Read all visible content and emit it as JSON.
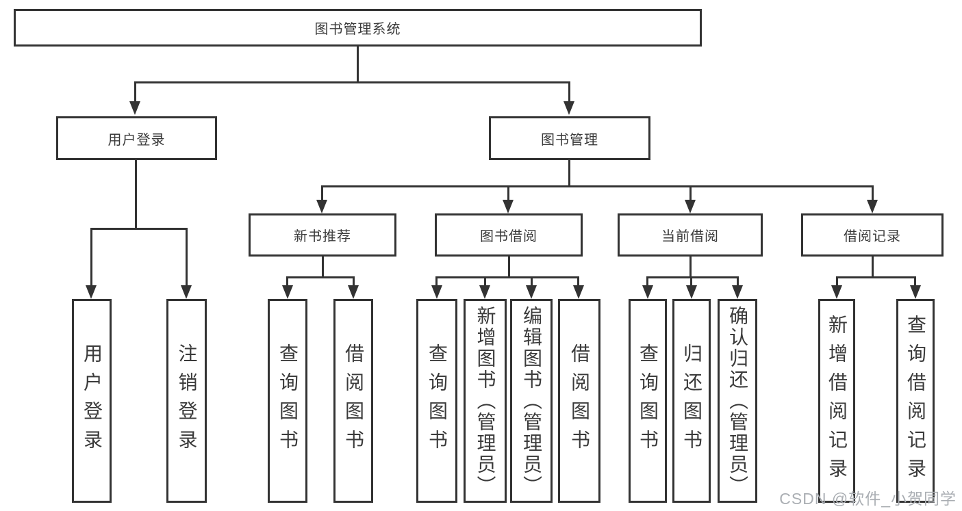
{
  "tree": {
    "label": "图书管理系统",
    "children": [
      {
        "label": "用户登录",
        "children": [
          {
            "label": "用户登录"
          },
          {
            "label": "注销登录"
          }
        ]
      },
      {
        "label": "图书管理",
        "children": [
          {
            "label": "新书推荐",
            "children": [
              {
                "label": "查询图书"
              },
              {
                "label": "借阅图书"
              }
            ]
          },
          {
            "label": "图书借阅",
            "children": [
              {
                "label": "查询图书"
              },
              {
                "label": "新增图书（管理员）"
              },
              {
                "label": "编辑图书（管理员）"
              },
              {
                "label": "借阅图书"
              }
            ]
          },
          {
            "label": "当前借阅",
            "children": [
              {
                "label": "查询图书"
              },
              {
                "label": "归还图书"
              },
              {
                "label": "确认归还（管理员）"
              }
            ]
          },
          {
            "label": "借阅记录",
            "children": [
              {
                "label": "新增借阅记录"
              },
              {
                "label": "查询借阅记录"
              }
            ]
          }
        ]
      }
    ]
  },
  "watermark": {
    "text": "CSDN @软件_小贺同学"
  },
  "colors": {
    "line": "#333333",
    "text": "#3a3a3a",
    "watermark": "#aaaeb3",
    "background": "#ffffff"
  }
}
